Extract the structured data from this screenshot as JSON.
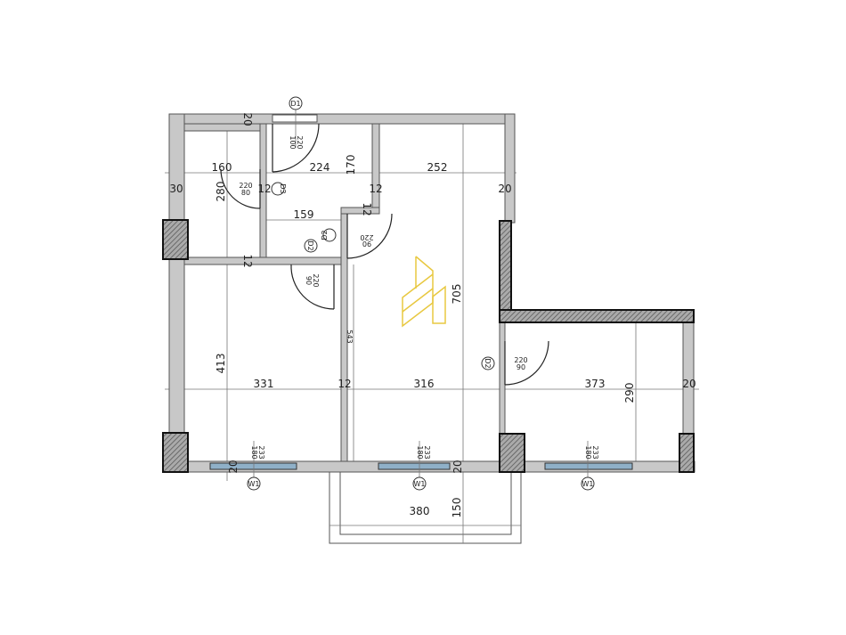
{
  "dimensions": [
    "20",
    "160",
    "224",
    "170",
    "252",
    "30",
    "280",
    "12",
    "12",
    "159",
    "12",
    "705",
    "413",
    "331",
    "12",
    "316",
    "373",
    "290",
    "20",
    "20",
    "20",
    "380",
    "150",
    "12",
    "20",
    "543"
  ],
  "doors": [
    {
      "tag": "D1",
      "size": "220",
      "width": "100"
    },
    {
      "tag": "D3",
      "size": "220",
      "width": "80"
    },
    {
      "tag": "D2",
      "size": "220",
      "width": "90"
    },
    {
      "tag": "D2",
      "size": "220",
      "width": "90"
    },
    {
      "tag": "D2",
      "size": "220",
      "width": "90"
    }
  ],
  "windows": [
    {
      "tag": "W1",
      "size": "233",
      "width": "180"
    },
    {
      "tag": "W1",
      "size": "233",
      "width": "180"
    },
    {
      "tag": "W1",
      "size": "233",
      "width": "180"
    }
  ],
  "colors": {
    "wall": "#c8c8c8",
    "logo": "#e8c840",
    "glass": "#8fb0c8"
  }
}
